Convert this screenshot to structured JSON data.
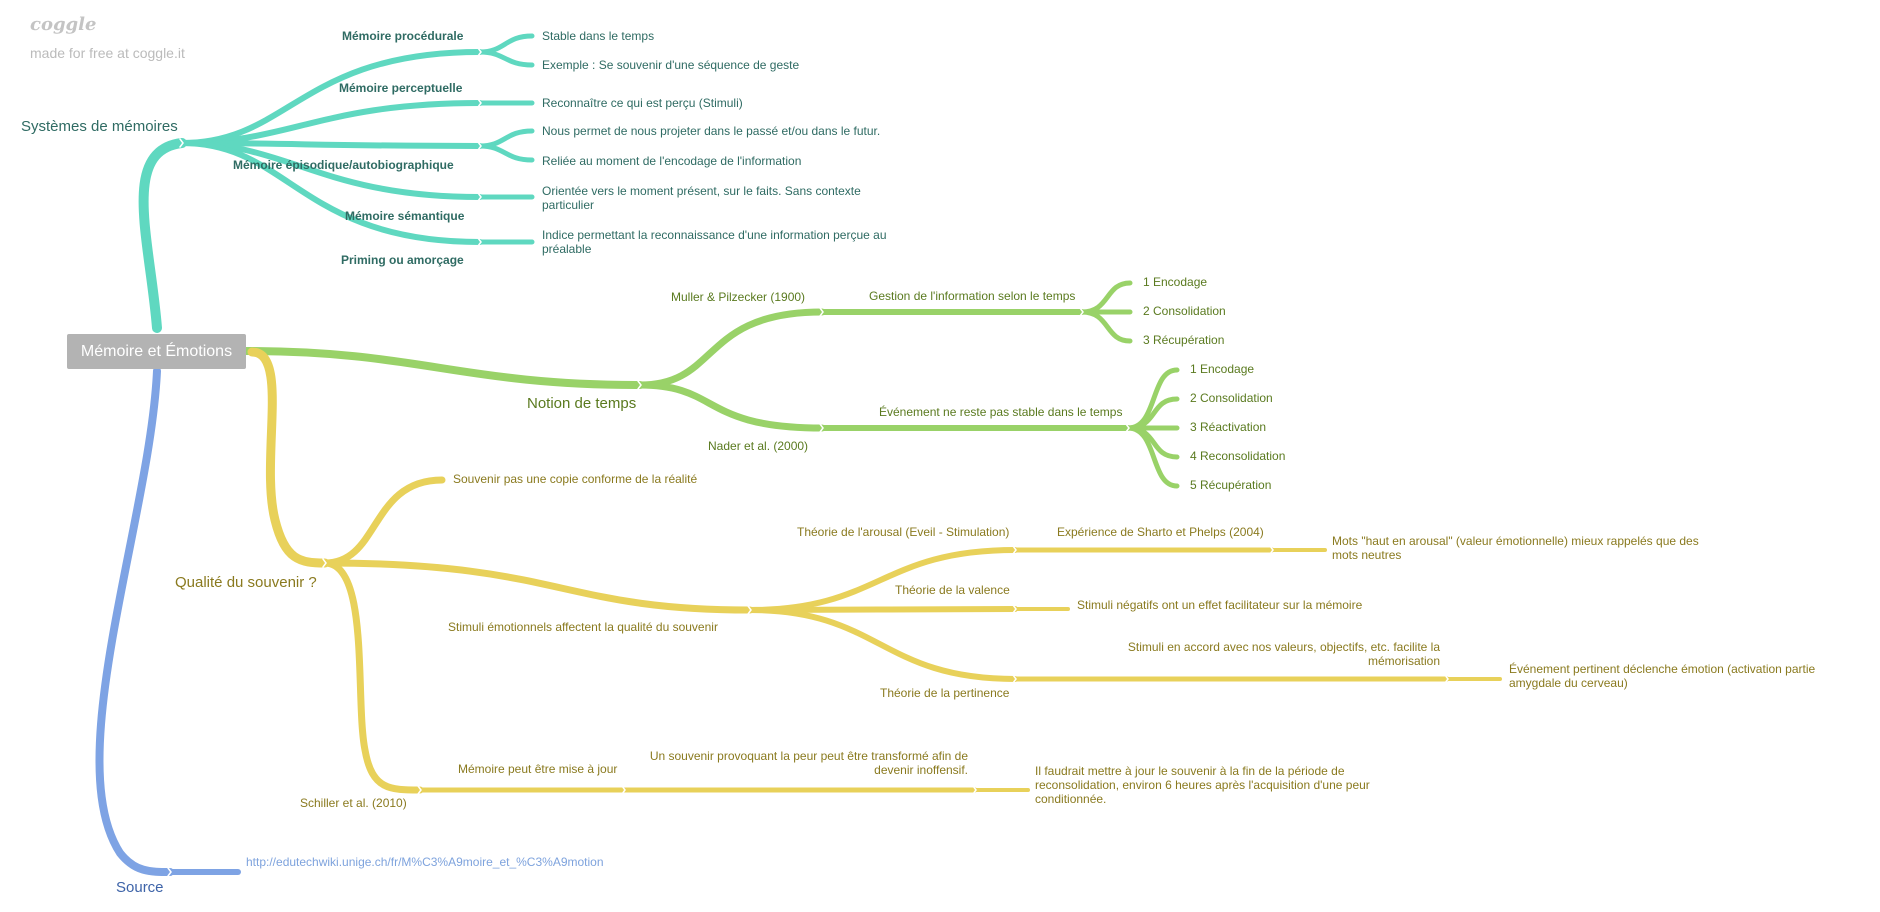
{
  "header": {
    "logo": "coggle",
    "made_for_free": "made for free at coggle.it"
  },
  "colors": {
    "teal": "#5fd8c0",
    "green": "#99d268",
    "yellow": "#e8d15a",
    "blue": "#7ea3e4",
    "root_bg": "#b3b3b3"
  },
  "root": {
    "label": "Mémoire et Émotions"
  },
  "systemes": {
    "label": "Systèmes de mémoires",
    "procedurale": {
      "label": "Mémoire procédurale",
      "items": [
        "Stable dans le temps",
        "Exemple : Se souvenir d'une séquence de geste"
      ]
    },
    "perceptuelle": {
      "label": "Mémoire perceptuelle",
      "items": [
        "Reconnaître ce qui est perçu (Stimuli)"
      ]
    },
    "episodique": {
      "label": "Mémoire épisodique/autobiographique",
      "items": [
        "Nous permet de nous projeter dans le passé et/ou dans le futur.",
        "Reliée au moment de l'encodage de l'information"
      ]
    },
    "semantique": {
      "label": "Mémoire sémantique",
      "items": [
        "Orientée vers le moment présent, sur le faits. Sans contexte particulier"
      ]
    },
    "priming": {
      "label": "Priming ou amorçage",
      "items": [
        "Indice permettant la reconnaissance d'une information perçue au préalable"
      ]
    }
  },
  "temps": {
    "label": "Notion de temps",
    "muller": {
      "label": "Muller & Pilzecker (1900)",
      "sub": "Gestion de l'information selon le temps",
      "items": [
        "1 Encodage",
        "2 Consolidation",
        "3 Récupération"
      ]
    },
    "nader": {
      "label": "Nader et al. (2000)",
      "sub": "Événement ne reste pas stable dans le temps",
      "items": [
        "1 Encodage",
        "2 Consolidation",
        "3 Réactivation",
        "4 Reconsolidation",
        "5 Récupération"
      ]
    }
  },
  "qualite": {
    "label": "Qualité du souvenir ?",
    "copie": "Souvenir pas une copie conforme de la réalité",
    "stimuli": {
      "label": "Stimuli émotionnels affectent la qualité du souvenir",
      "arousal": {
        "label": "Théorie de l'arousal (Eveil - Stimulation)",
        "sub": "Expérience de Sharto et Phelps (2004)",
        "result": "Mots \"haut en arousal\" (valeur émotionnelle) mieux rappelés que des mots neutres"
      },
      "valence": {
        "label": "Théorie de la valence",
        "result": "Stimuli négatifs ont un effet facilitateur sur la mémoire"
      },
      "pertinence": {
        "label": "Théorie de la pertinence",
        "sub": "Stimuli en accord avec nos valeurs, objectifs, etc. facilite la mémorisation",
        "result": "Événement pertinent déclenche émotion (activation partie amygdale du cerveau)"
      }
    },
    "schiller": {
      "label": "Schiller et al. (2010)",
      "step1": "Mémoire peut être mise à jour",
      "step2": "Un souvenir provoquant la peur peut être transformé afin de devenir inoffensif.",
      "step3": "Il faudrait mettre à jour le souvenir à la fin de la période de reconsolidation, environ 6 heures après l'acquisition d'une peur conditionnée."
    }
  },
  "source": {
    "label": "Source",
    "link": "http://edutechwiki.unige.ch/fr/M%C3%A9moire_et_%C3%A9motion"
  }
}
